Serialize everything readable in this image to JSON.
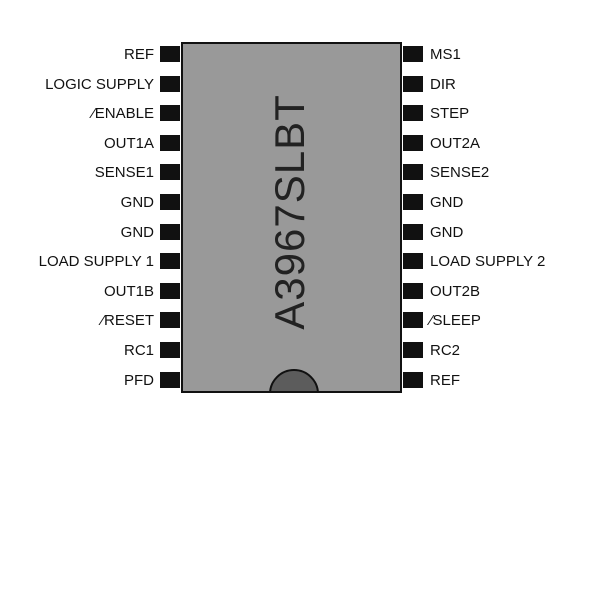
{
  "chip": {
    "part_number": "A3967SLBT"
  },
  "pins_left": [
    "REF",
    "LOGIC SUPPLY",
    "⁄ENABLE",
    "OUT1A",
    "SENSE1",
    "GND",
    "GND",
    "LOAD SUPPLY 1",
    "OUT1B",
    "⁄RESET",
    "RC1",
    "PFD"
  ],
  "pins_right": [
    "MS1",
    "DIR",
    "STEP",
    "OUT2A",
    "SENSE2",
    "GND",
    "GND",
    "LOAD SUPPLY 2",
    "OUT2B",
    "⁄SLEEP",
    "RC2",
    "REF"
  ],
  "colors": {
    "body": "#999999",
    "notch": "#5c5c5c",
    "pin": "#111111",
    "outline": "#111111"
  }
}
